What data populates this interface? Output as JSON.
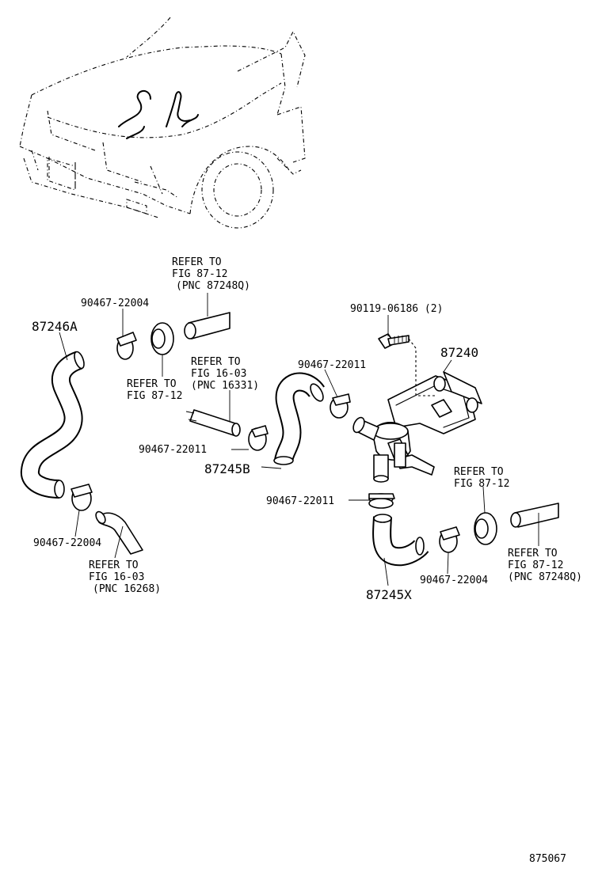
{
  "diagram": {
    "figure_number": "875067",
    "parts": {
      "hose_87246A": "87246A",
      "hose_87245B": "87245B",
      "hose_87245X": "87245X",
      "valve_87240": "87240",
      "bolt": "90119-06186 (2)",
      "clip_22004_top": "90467-22004",
      "clip_22004_bottom": "90467-22004",
      "clip_22004_right": "90467-22004",
      "clip_22011_mid": "90467-22011",
      "clip_22011_upper": "90467-22011",
      "clip_22011_lower": "90467-22011"
    },
    "refs": {
      "top_pipe": [
        "REFER TO",
        "FIG 87-12",
        "(PNC 87248Q)"
      ],
      "grommet_left": [
        "REFER TO",
        "FIG 87-12"
      ],
      "pipe_16331": [
        "REFER TO",
        "FIG 16-03",
        "(PNC 16331)"
      ],
      "pipe_16268": [
        "REFER TO",
        "FIG 16-03",
        "(PNC 16268)"
      ],
      "grommet_right": [
        "REFER TO",
        "FIG 87-12"
      ],
      "right_pipe": [
        "REFER TO",
        "FIG 87-12",
        "(PNC 87248Q)"
      ]
    }
  }
}
